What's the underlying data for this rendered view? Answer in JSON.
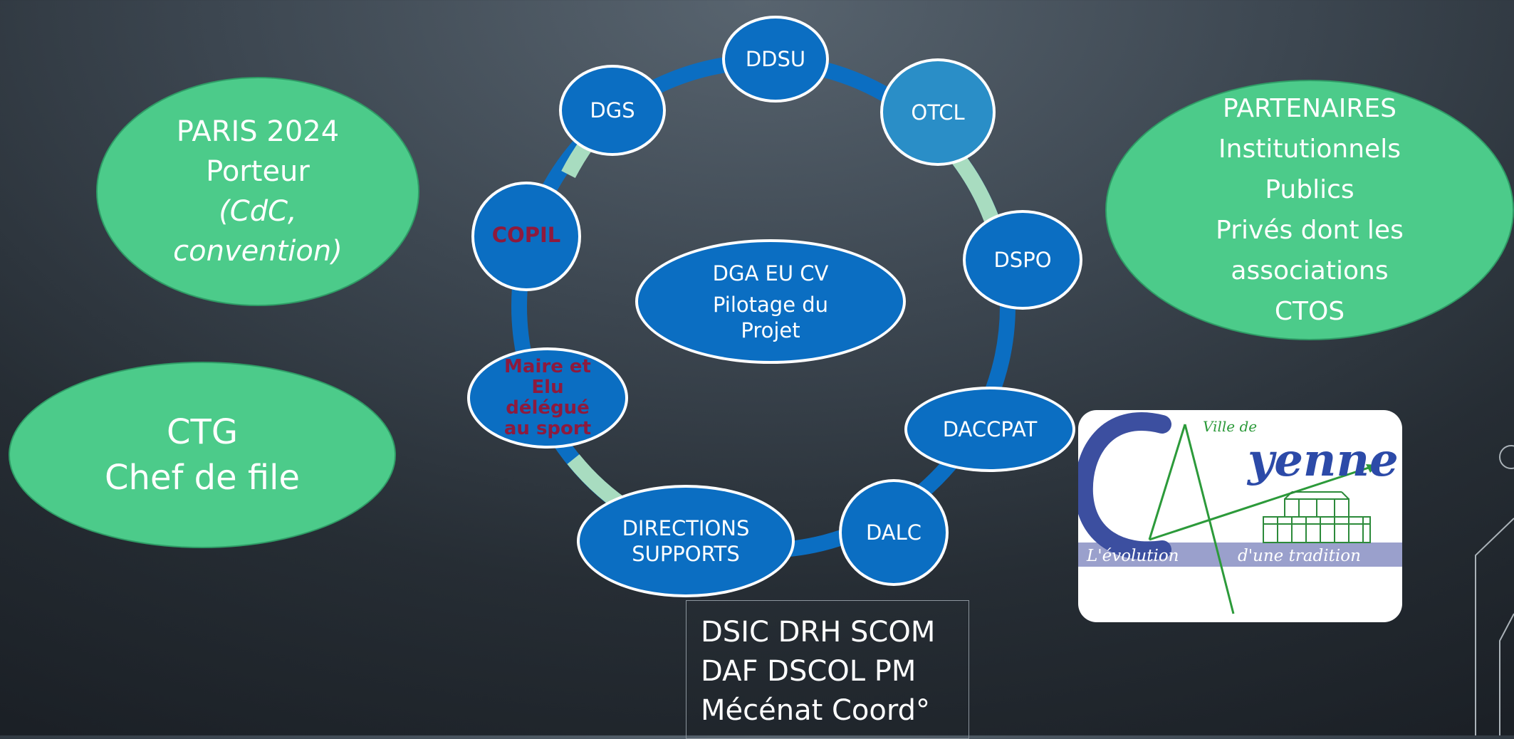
{
  "left": {
    "paris": {
      "line1": "PARIS 2024",
      "line2": "Porteur",
      "line3": "(CdC,",
      "line4": "convention)"
    },
    "ctg": {
      "line1": "CTG",
      "line2": "Chef de file"
    }
  },
  "center": {
    "line1": "DGA EU CV",
    "line2": "Pilotage du",
    "line3": "Projet"
  },
  "nodes": {
    "ddsu": "DDSU",
    "otcl": "OTCL",
    "dspo": "DSPO",
    "daccpat": "DACCPAT",
    "dalc": "DALC",
    "directions_l1": "DIRECTIONS",
    "directions_l2": "SUPPORTS",
    "maire_l1": "Maire et",
    "maire_l2": "Elu",
    "maire_l3": "délégué",
    "maire_l4": "au sport",
    "copil": "COPIL",
    "dgs": "DGS"
  },
  "supports_box": {
    "line1": "DSIC DRH SCOM",
    "line2": "DAF DSCOL PM",
    "line3": "Mécénat Coord°"
  },
  "partenaires": {
    "line1": "PARTENAIRES",
    "line2": "Institutionnels",
    "line3": "Publics",
    "line4": "Privés dont les",
    "line5": "associations",
    "line6": "CTOS"
  },
  "logo": {
    "ville": "Ville de",
    "name": "yenne",
    "tagline_1": "L'évolution",
    "tagline_2": "d'une tradition"
  },
  "colors": {
    "green": "#4ccb8a",
    "node_blue": "#0b6ec2",
    "node_teal": "#2a8ec7",
    "ring_blue": "#0b6ec2",
    "ring_green": "#a8dcc0",
    "copil_red": "#8e1a3d",
    "background": "#2a3138"
  }
}
